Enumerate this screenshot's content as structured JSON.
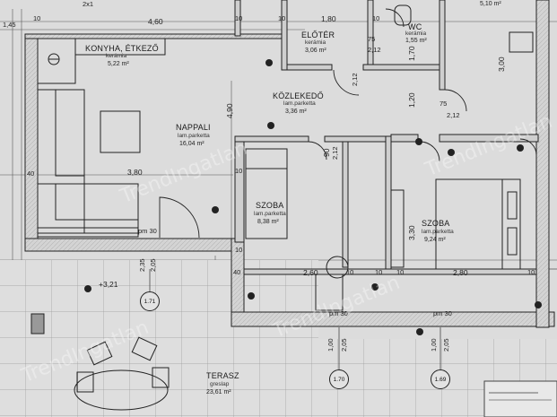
{
  "rooms": {
    "konyha": {
      "name": "KONYHA, ÉTKEZŐ",
      "material": "kerámia",
      "area": "5,22 m²"
    },
    "eloter": {
      "name": "ELŐTÉR",
      "material": "kerámia",
      "area": "3,06 m²"
    },
    "wc": {
      "name": "WC",
      "material": "kerámia",
      "area": "1,55 m²"
    },
    "nappali": {
      "name": "NAPPALI",
      "material": "lam.parketta",
      "area": "16,04 m²"
    },
    "kozlekedo": {
      "name": "KÖZLEKEDŐ",
      "material": "lam.parketta",
      "area": "3,36 m²"
    },
    "szoba1": {
      "name": "SZOBA",
      "material": "lam.parketta",
      "area": "8,38 m²"
    },
    "szoba2": {
      "name": "SZOBA",
      "material": "lam.parketta",
      "area": "9,24 m²"
    },
    "terasz": {
      "name": "TERASZ",
      "material": "greslap",
      "area": "23,61 m²"
    },
    "top_right": {
      "area": "5,10 m²"
    }
  },
  "dimensions": {
    "top_460": "4,60",
    "top_145": "1,45",
    "top_10a": "10",
    "top_10b": "10",
    "top_180": "1,80",
    "top_10c": "10",
    "top_10d": "10",
    "d_490": "4,90",
    "d_300": "3,00",
    "d_120": "1,20",
    "d_75a": "75",
    "d_75b": "75",
    "d_212a": "2,12",
    "d_212b": "2,12",
    "d_212c": "2,12",
    "d_212d": "2,12",
    "d_170": "1,70",
    "d_90": "90",
    "d_380": "3,80",
    "d_40a": "40",
    "d_40b": "40",
    "d_10e": "10",
    "d_10f": "10",
    "d_10g": "10",
    "d_10h": "10",
    "d_10i": "10",
    "d_10j": "10",
    "d_330": "3,30",
    "d_260": "2,60",
    "d_280": "2,80",
    "d_235": "2,35",
    "d_205": "2,05",
    "d_100a": "1,00",
    "d_205b": "2,05",
    "d_100b": "1,00",
    "d_205c": "2,05",
    "pm30a": "pm 30",
    "pm30b": "pm 30",
    "pm30c": "pm 30",
    "level": "+3,21",
    "small_2x": "2x1"
  },
  "markers": [
    "1.71",
    "1.70",
    "1.69"
  ],
  "watermark": "TrendIngatlan"
}
